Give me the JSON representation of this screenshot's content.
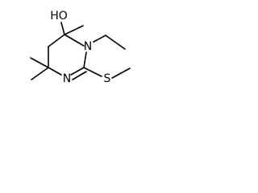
{
  "molecule": {
    "atoms": {
      "hydroxyl": "HO",
      "ring_nitrogen_1": "N",
      "ring_nitrogen_2": "N",
      "sulfur": "S"
    },
    "colors": {
      "bond": "#000000",
      "label": "#000000",
      "background": "#ffffff"
    }
  }
}
